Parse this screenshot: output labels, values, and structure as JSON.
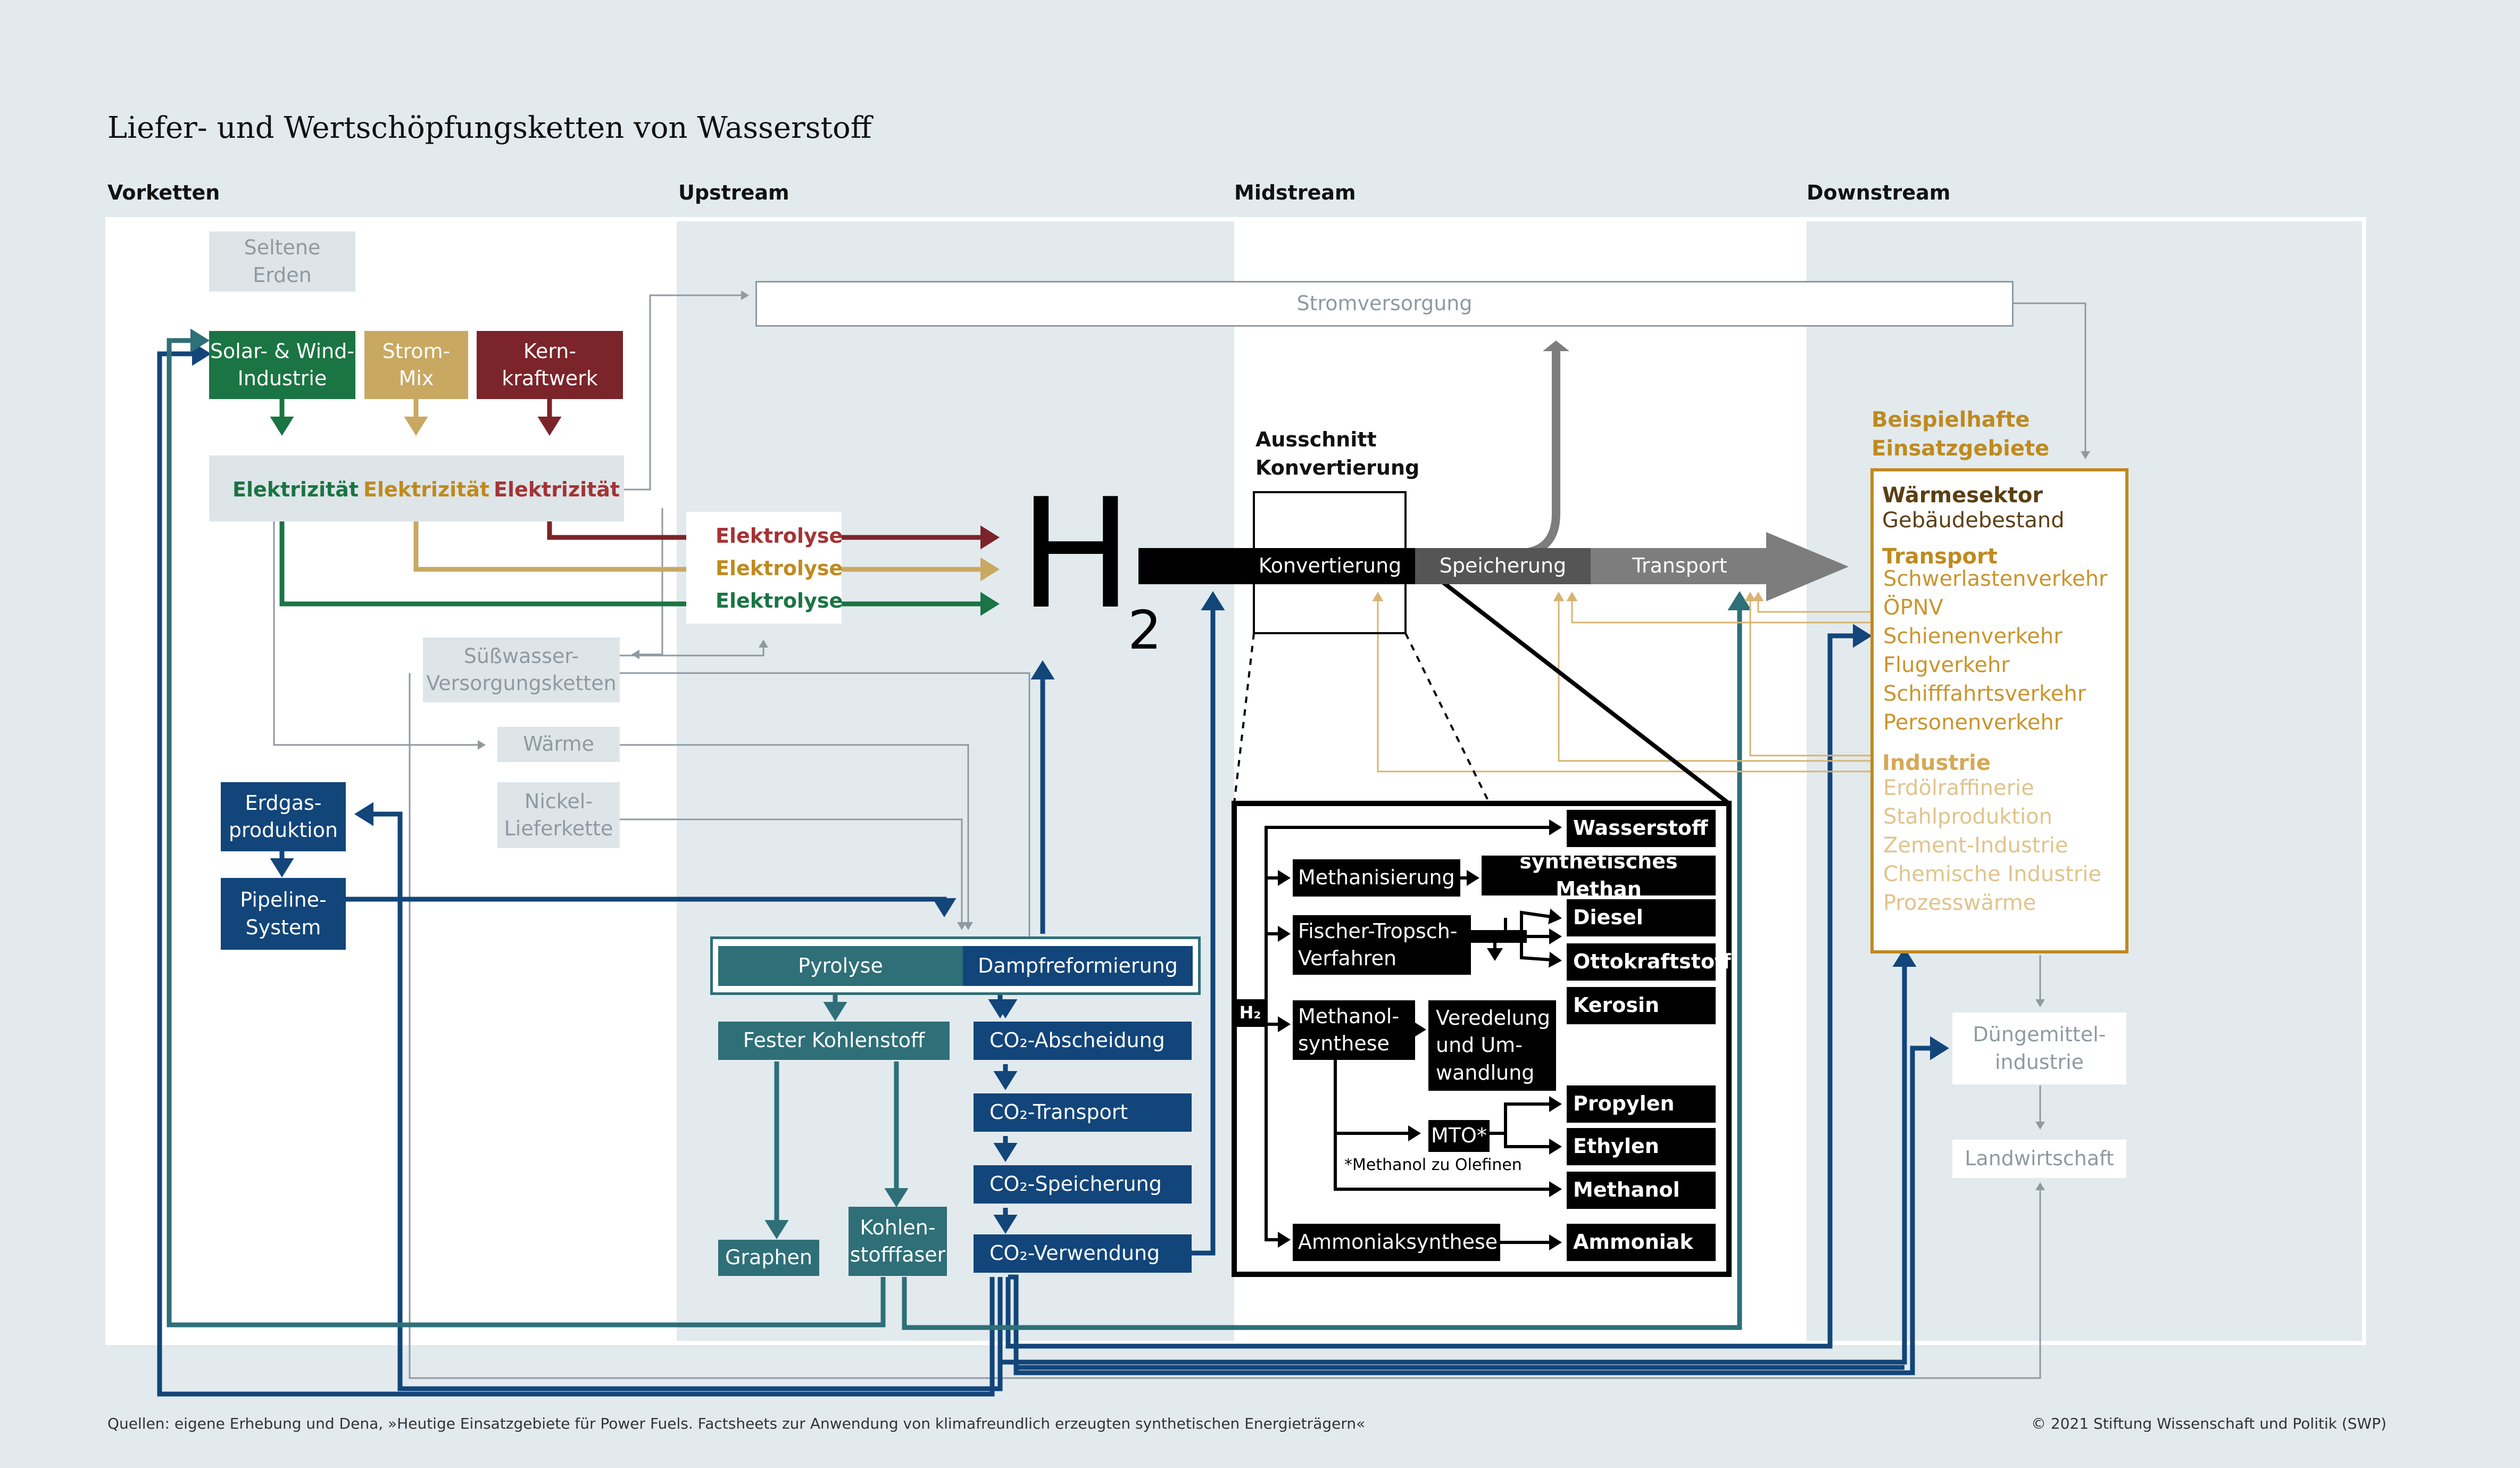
{
  "title": "Liefer- und Wertschöpfungsketten von Wasserstoff",
  "columns": [
    "Vorketten",
    "Upstream",
    "Midstream",
    "Downstream"
  ],
  "vorketten": {
    "seltene_erden": "Seltene\nErden",
    "solar_wind": "Solar- & Wind-\nIndustrie",
    "strom_mix": "Strom-\nMix",
    "kernkraftwerk": "Kern-\nkraftwerk",
    "elektrizitaet": "Elektrizität",
    "suesswasser": "Süßwasser-\nVersorgungsketten",
    "waerme": "Wärme",
    "nickel": "Nickel-\nLieferkette",
    "erdgas": "Erdgas-\nproduktion",
    "pipeline": "Pipeline-\nSystem"
  },
  "upstream": {
    "stromversorgung": "Stromversorgung",
    "elektrolyse": "Elektrolyse",
    "h2_letter": "H",
    "h2_sub": "2",
    "pyrolyse": "Pyrolyse",
    "dampfreformierung": "Dampfreformierung",
    "fester_kohlenstoff": "Fester Kohlenstoff",
    "graphen": "Graphen",
    "kohlenstofffaser": "Kohlen-\nstofffaser",
    "co2_abscheidung": "CO₂-Abscheidung",
    "co2_transport": "CO₂-Transport",
    "co2_speicherung": "CO₂-Speicherung",
    "co2_verwendung": "CO₂-Verwendung"
  },
  "midstream": {
    "ausschnitt": "Ausschnitt\nKonvertierung",
    "konvertierung": "Konvertierung",
    "speicherung": "Speicherung",
    "transport": "Transport"
  },
  "detail": {
    "h2": "H₂",
    "wasserstoff": "Wasserstoff",
    "methanisierung": "Methanisierung",
    "synth_methan": "synthetisches Methan",
    "fischer_tropsch": "Fischer-Tropsch-\nVerfahren",
    "diesel": "Diesel",
    "ottokraftstoff": "Ottokraftstoff",
    "kerosin": "Kerosin",
    "methanolsynthese": "Methanol-\nsynthese",
    "veredelung": "Veredelung\nund Um-\nwandlung",
    "mto": "MTO*",
    "mto_note": "*Methanol zu Olefinen",
    "propylen": "Propylen",
    "ethylen": "Ethylen",
    "methanol": "Methanol",
    "ammoniaksynthese": "Ammoniaksynthese",
    "ammoniak": "Ammoniak"
  },
  "downstream": {
    "beispiel": "Beispielhafte\nEinsatzgebiete",
    "waermesektor": "Wärmesektor",
    "gebaeude": "Gebäudebestand",
    "transport_hdr": "Transport",
    "transport_items": [
      "Schwerlastenverkehr",
      "ÖPNV",
      "Schienenverkehr",
      "Flugverkehr",
      "Schifffahrtsverkehr",
      "Personenverkehr"
    ],
    "industrie_hdr": "Industrie",
    "industrie_items": [
      "Erdölraffinerie",
      "Stahlproduktion",
      "Zement-Industrie",
      "Chemische Industrie",
      "Prozesswärme"
    ],
    "duengemittel": "Düngemittel-\nindustrie",
    "landwirtschaft": "Landwirtschaft"
  },
  "colors": {
    "green": "#1b7443",
    "gold": "#c9a862",
    "red": "#7b2429",
    "navy": "#12457a",
    "teal": "#2e6f78",
    "orange": "#bf8a1e",
    "grey": "#8f9aa0"
  },
  "footer": {
    "source": "Quellen: eigene Erhebung und Dena, »Heutige Einsatzgebiete für Power Fuels. Factsheets zur Anwendung von klimafreundlich erzeugten synthetischen Energieträgern«",
    "copyright": "© 2021 Stiftung Wissenschaft und Politik (SWP)"
  }
}
